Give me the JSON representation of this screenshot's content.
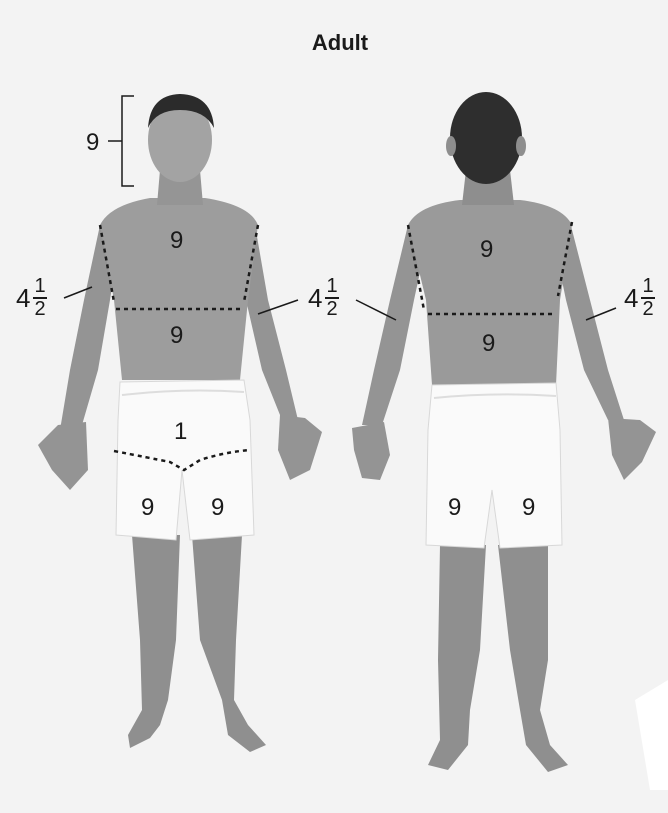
{
  "figure": {
    "title": "Adult",
    "front": {
      "head": "9",
      "chest": "9",
      "abdomen": "9",
      "groin": "1",
      "left_thigh": "9",
      "right_thigh": "9",
      "right_arm": {
        "whole": "4",
        "numerator": "1",
        "denominator": "2"
      },
      "left_arm": {
        "whole": "4",
        "numerator": "1",
        "denominator": "2"
      }
    },
    "back": {
      "upper_back": "9",
      "lower_back": "9",
      "left_thigh": "9",
      "right_thigh": "9",
      "right_arm": {
        "whole": "4",
        "numerator": "1",
        "denominator": "2"
      },
      "left_arm": {
        "whole": "4",
        "numerator": "1",
        "denominator": "2"
      }
    }
  },
  "colors": {
    "skin": "#9b9b9b",
    "hair": "#2b2b2b",
    "shorts": "#fafafa",
    "background": "#f3f3f3",
    "ink": "#1a1a1a"
  }
}
